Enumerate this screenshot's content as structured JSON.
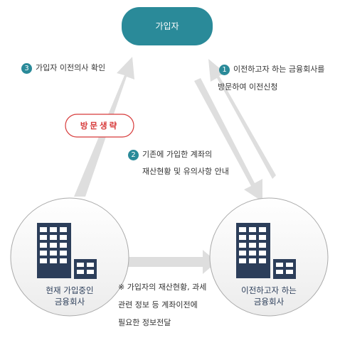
{
  "top_node": {
    "label": "가입자"
  },
  "step1": {
    "number": "1",
    "line1": "이전하고자 하는 금융회사를",
    "line2": "방문하여 이전신청"
  },
  "step2": {
    "number": "2",
    "line1": "기존에 가입한 계좌의",
    "line2": "재산현황 및 유의사항 안내"
  },
  "step3": {
    "number": "3",
    "text": "가입자 이전의사 확인"
  },
  "visit_badge": {
    "label": "방문생략"
  },
  "left_node": {
    "line1": "현재 가입중인",
    "line2": "금융회사"
  },
  "right_node": {
    "line1": "이전하고자 하는",
    "line2": "금융회사"
  },
  "note": {
    "line1": "※ 가입자의 재산현황, 과세",
    "line2": "관련 정보 등  계좌이전에",
    "line3": "필요한 정보전달"
  },
  "colors": {
    "teal": "#2a8a99",
    "arrow": "#dedede",
    "building": "#2c3e5a",
    "circle_border": "#aaaaaa",
    "red": "#d73a3a"
  }
}
